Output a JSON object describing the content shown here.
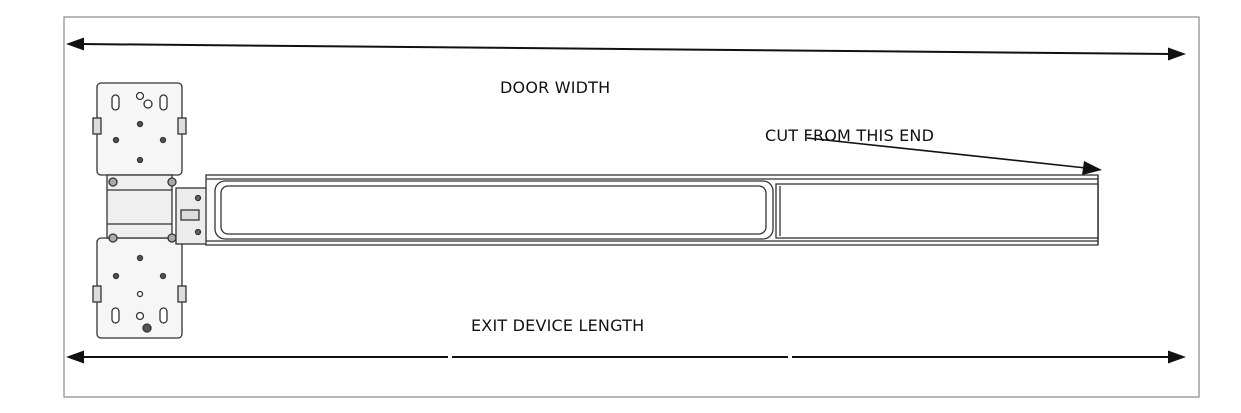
{
  "labels": {
    "door_width": "DOOR WIDTH",
    "cut_from_this_end": "CUT FROM THIS END",
    "exit_device_length": "EXIT DEVICE LENGTH"
  },
  "colors": {
    "frame": "#888888",
    "line": "#111111",
    "device_stroke": "#333333",
    "device_fill": "#f4f4f4",
    "background": "#ffffff"
  },
  "icons": {
    "arrow_heads": "filled-triangle",
    "fasteners": "circle"
  }
}
